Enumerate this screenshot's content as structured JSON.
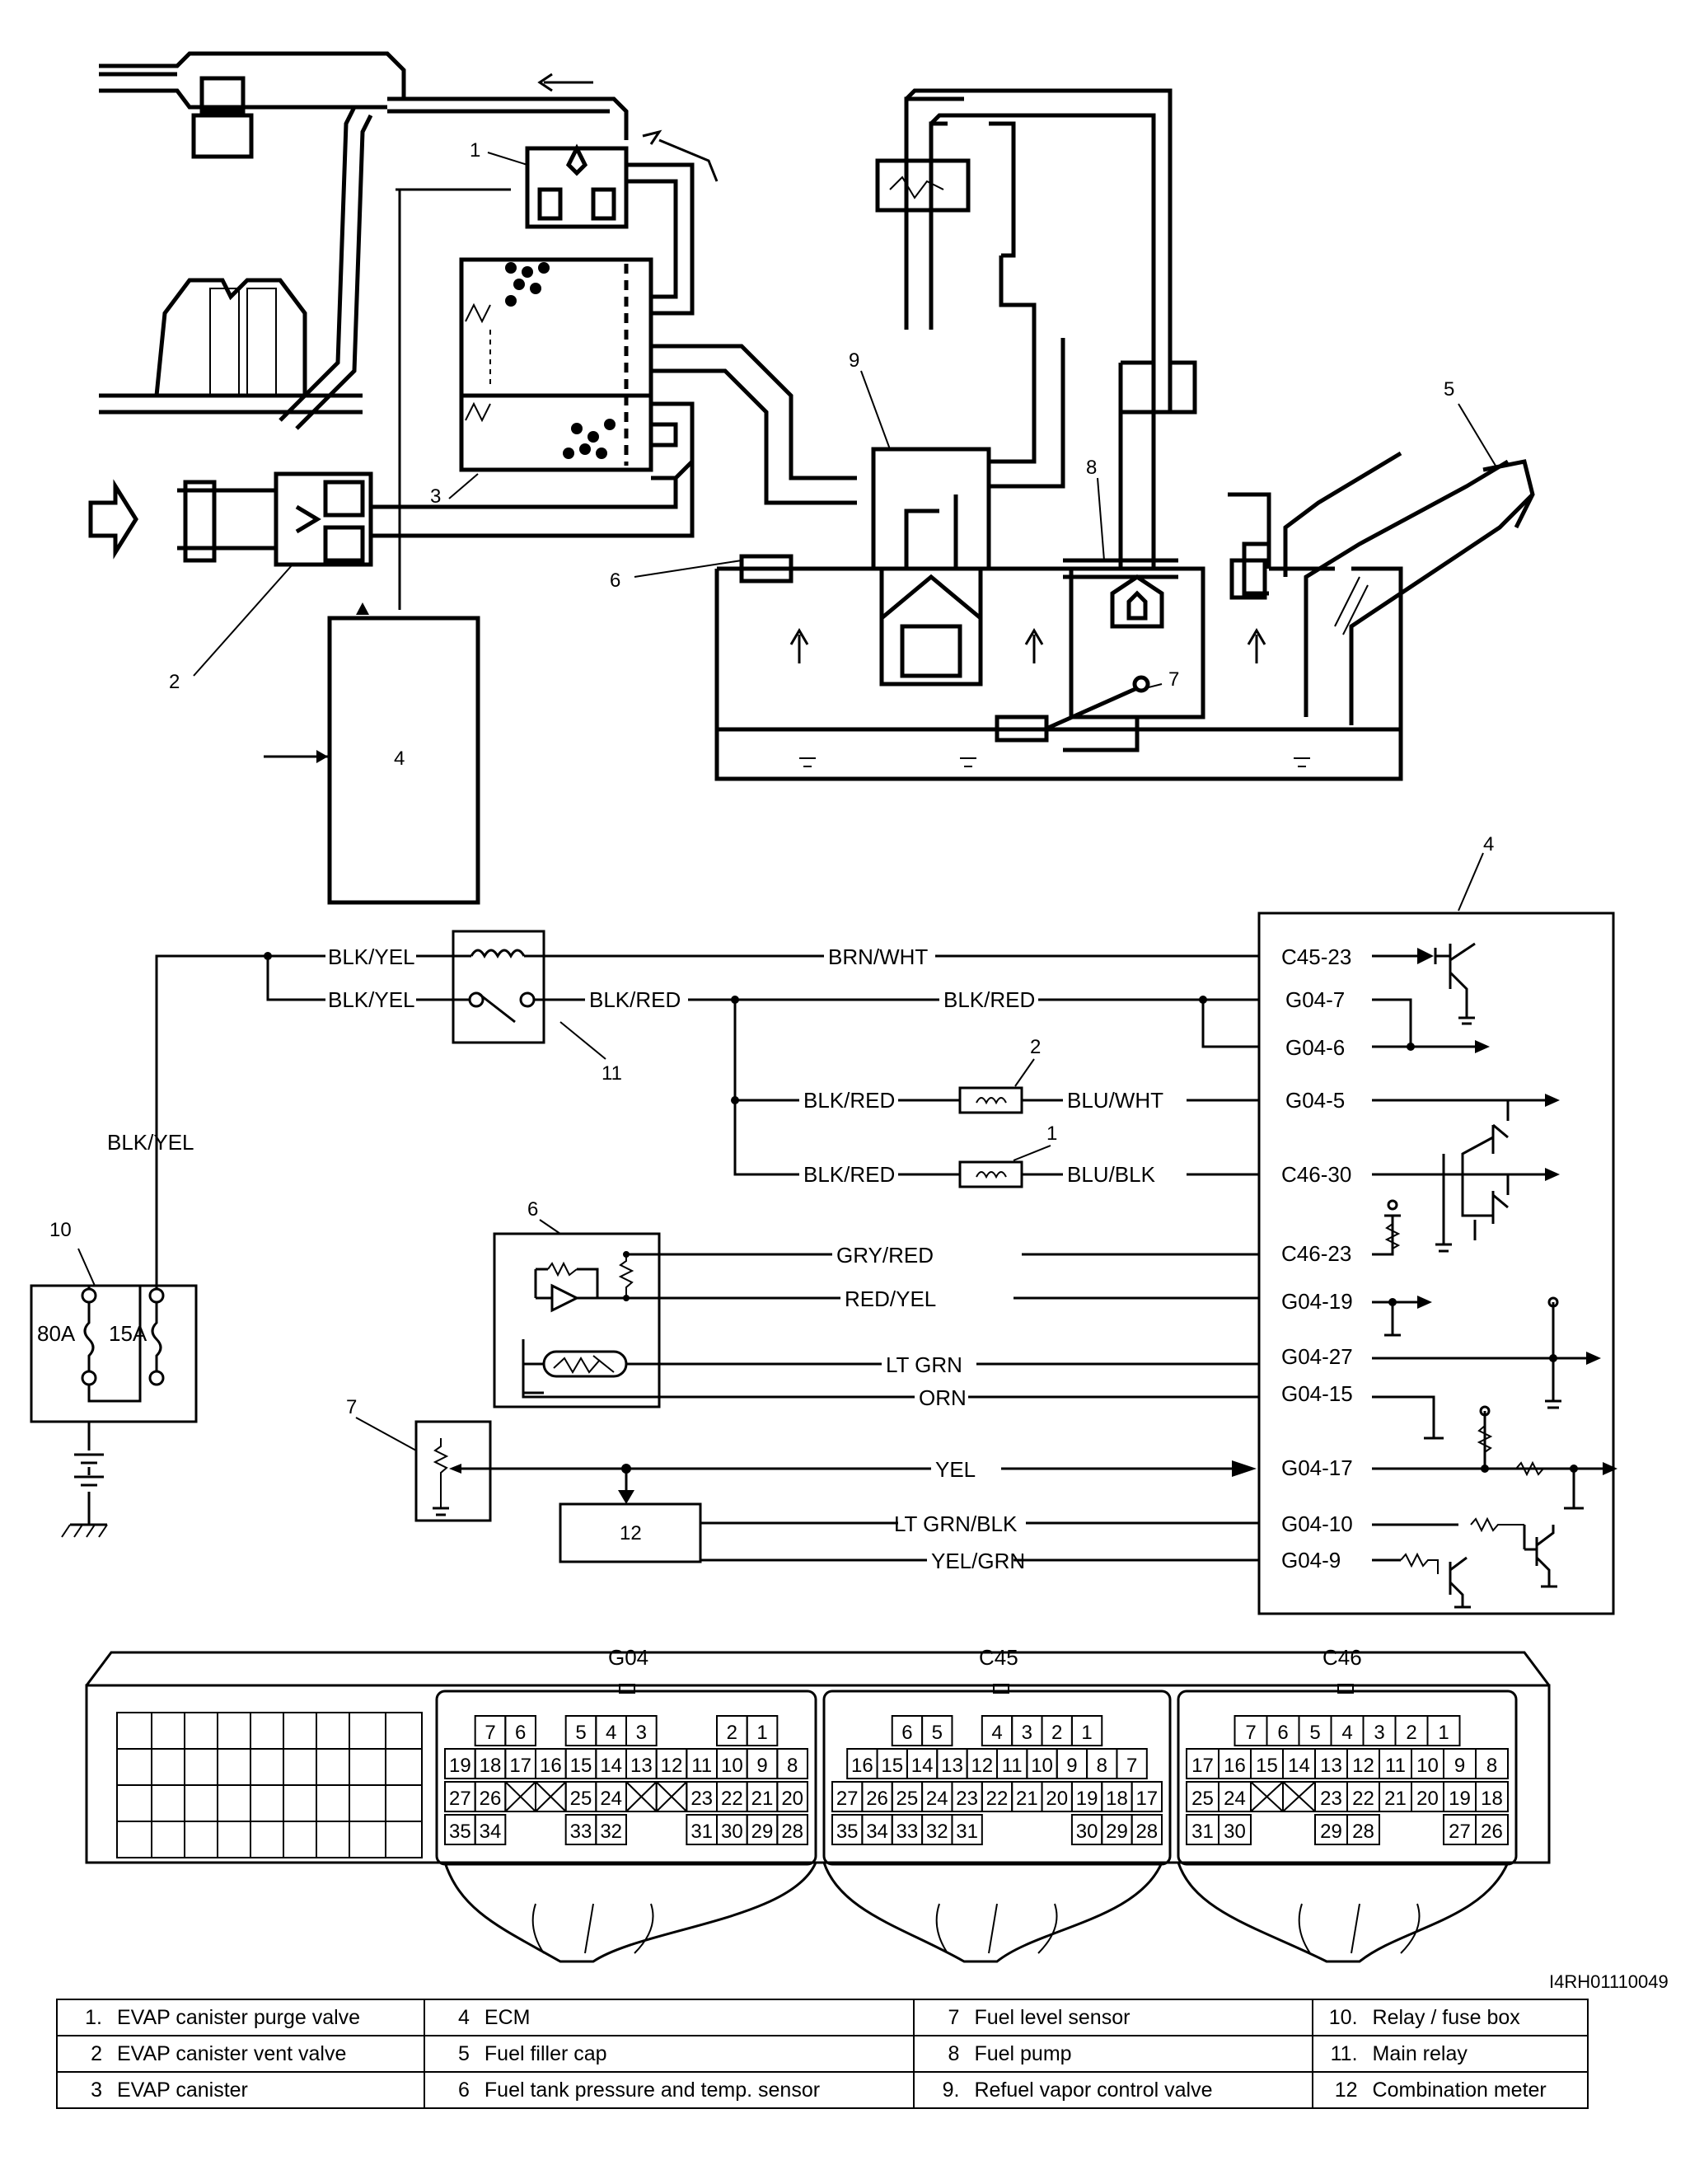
{
  "callouts": {
    "n1": "1",
    "n2": "2",
    "n3": "3",
    "n4": "4",
    "n5": "5",
    "n6": "6",
    "n7": "7",
    "n8": "8",
    "n9": "9",
    "n10": "10",
    "n11": "11",
    "n12": "12"
  },
  "wires": {
    "blk_yel": "BLK/YEL",
    "brn_wht": "BRN/WHT",
    "blk_red": "BLK/RED",
    "blu_wht": "BLU/WHT",
    "blu_blk": "BLU/BLK",
    "gry_red": "GRY/RED",
    "red_yel": "RED/YEL",
    "lt_grn": "LT GRN",
    "orn": "ORN",
    "yel": "YEL",
    "lt_grn_blk": "LT GRN/BLK",
    "yel_grn": "YEL/GRN"
  },
  "terminals": {
    "c45_23": "C45-23",
    "g04_7": "G04-7",
    "g04_6": "G04-6",
    "g04_5": "G04-5",
    "c46_30": "C46-30",
    "c46_23": "C46-23",
    "g04_19": "G04-19",
    "g04_27": "G04-27",
    "g04_15": "G04-15",
    "g04_17": "G04-17",
    "g04_10": "G04-10",
    "g04_9": "G04-9"
  },
  "fuses": {
    "f80": "80A",
    "f15": "15A"
  },
  "connectors": [
    {
      "name": "G04",
      "rows": [
        [
          "7",
          "6",
          "",
          "5",
          "4",
          "3",
          "",
          "",
          "2",
          "1"
        ],
        [
          "19",
          "18",
          "17",
          "16",
          "15",
          "14",
          "13",
          "12",
          "11",
          "10",
          "9",
          "8"
        ],
        [
          "27",
          "26",
          "X",
          "X",
          "25",
          "24",
          "X",
          "X",
          "23",
          "22",
          "21",
          "20"
        ],
        [
          "35",
          "34",
          "",
          "",
          "33",
          "32",
          "",
          "",
          "31",
          "30",
          "29",
          "28"
        ]
      ]
    },
    {
      "name": "C45",
      "rows": [
        [
          "6",
          "5",
          "",
          "4",
          "3",
          "2",
          "1"
        ],
        [
          "16",
          "15",
          "14",
          "13",
          "12",
          "11",
          "10",
          "9",
          "8",
          "7"
        ],
        [
          "27",
          "26",
          "25",
          "24",
          "23",
          "22",
          "21",
          "20",
          "19",
          "18",
          "17"
        ],
        [
          "35",
          "34",
          "33",
          "32",
          "31",
          "",
          "",
          "",
          "30",
          "29",
          "28"
        ]
      ]
    },
    {
      "name": "C46",
      "rows": [
        [
          "7",
          "6",
          "5",
          "4",
          "3",
          "2",
          "1"
        ],
        [
          "17",
          "16",
          "15",
          "14",
          "13",
          "12",
          "11",
          "10",
          "9",
          "8"
        ],
        [
          "25",
          "24",
          "X",
          "X",
          "23",
          "22",
          "21",
          "20",
          "19",
          "18"
        ],
        [
          "31",
          "30",
          "",
          "",
          "29",
          "28",
          "",
          "",
          "27",
          "26"
        ]
      ]
    }
  ],
  "image_code": "I4RH01110049",
  "legend": [
    [
      {
        "n": "1.",
        "t": "EVAP canister purge valve"
      },
      {
        "n": "4",
        "t": "ECM"
      },
      {
        "n": "7",
        "t": "Fuel level sensor"
      },
      {
        "n": "10.",
        "t": "Relay / fuse box"
      }
    ],
    [
      {
        "n": "2",
        "t": "EVAP canister vent valve"
      },
      {
        "n": "5",
        "t": "Fuel filler cap"
      },
      {
        "n": "8",
        "t": "Fuel pump"
      },
      {
        "n": "11.",
        "t": "Main relay"
      }
    ],
    [
      {
        "n": "3",
        "t": "EVAP canister"
      },
      {
        "n": "6",
        "t": "Fuel tank pressure and temp. sensor"
      },
      {
        "n": "9.",
        "t": "Refuel vapor control valve"
      },
      {
        "n": "12",
        "t": "Combination meter"
      }
    ]
  ]
}
